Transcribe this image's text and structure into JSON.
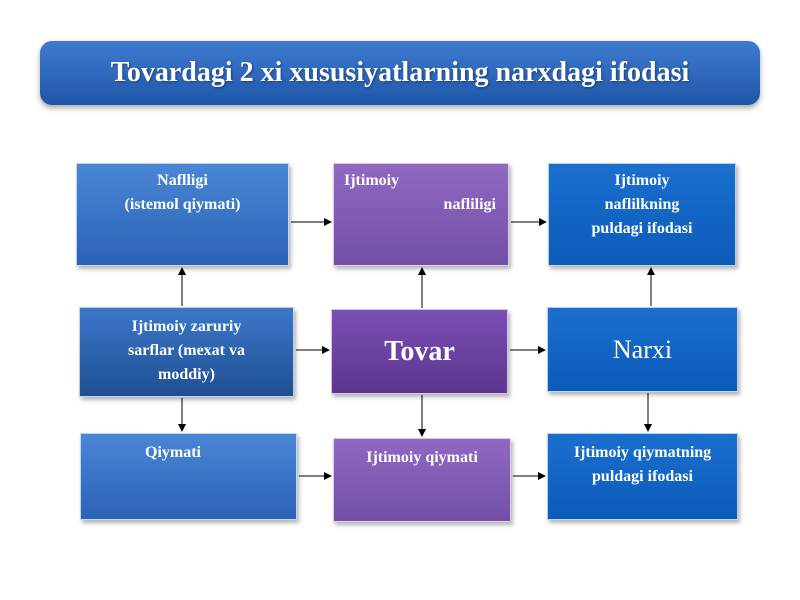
{
  "title": "Tovardagi 2 xi xususiyatlarning narxdagi ifodasi",
  "boxes": {
    "naflligi": [
      "Naflligi",
      "(istemol qiymati)"
    ],
    "ijtimoiy_nafliligi": [
      "Ijtimoiy",
      "nafliligi"
    ],
    "ijtimoiy_naflilkning": [
      "Ijtimoiy",
      "naflilkning",
      "puldagi ifodasi"
    ],
    "zaruriy_sarflar": [
      "Ijtimoiy zaruriy",
      "sarflar (mexat va",
      "moddiy)"
    ],
    "tovar": "Tovar",
    "narxi": "Narxi",
    "qiymati": "Qiymati",
    "ijtimoiy_qiymati": "Ijtimoiy qiymati",
    "ijtimoiy_qiymatning": [
      "Ijtimoiy qiymatning",
      "puldagi ifodasi"
    ]
  },
  "colors": {
    "title_bg": "#2a62b5",
    "box_blue": "#1a6fcf",
    "box_purple": "#7b4fb5",
    "arrow": "#000000"
  }
}
